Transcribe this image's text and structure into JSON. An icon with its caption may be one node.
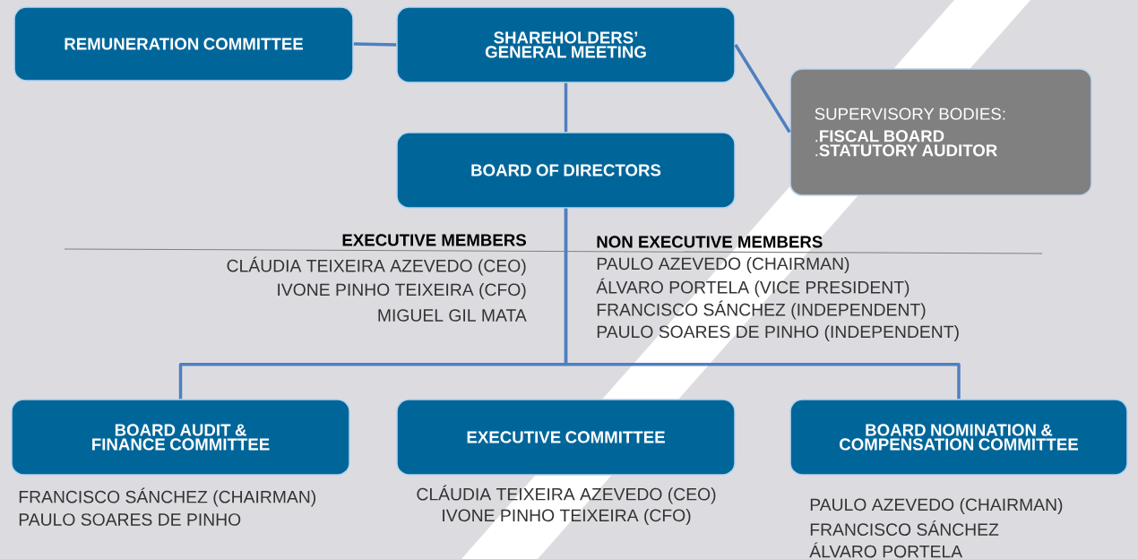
{
  "diagram": {
    "nodes": [
      {
        "text": [
          "REMUNERATION COMMITTEE"
        ]
      },
      {
        "text": [
          "SHAREHOLDERS’ GENERAL MEETING"
        ]
      },
      {
        "text": [
          "SUPERVISORY BODIES:",
          ".**FISCAL BOARD**",
          ".**STATUTORY AUDITOR**"
        ]
      },
      {
        "text": [
          "BOARD OF DIRECTORS"
        ]
      },
      {
        "text": [
          "BOARD AUDIT & FINANCE COMMITTEE"
        ],
        "beside": [
          "FRANCISCO SÁNCHEZ (CHAIRMAN)",
          "PAULO SOARES DE PINHO"
        ]
      },
      {
        "text": [
          "EXECUTIVE COMMITTEE"
        ],
        "beside": [
          "CLÁUDIA TEIXEIRA AZEVEDO (CEO)",
          "IVONE PINHO TEIXEIRA (CFO)"
        ]
      },
      {
        "text": [
          "BOARD NOMINATION & COMPENSATION COMMITTEE"
        ],
        "beside": [
          "PAULO AZEVEDO (CHAIRMAN)",
          "FRANCISCO SÁNCHEZ",
          "ÁLVARO PORTELA"
        ]
      }
    ],
    "edges": [
      {
        "from": 0,
        "to": 1,
        "arrow": "none"
      },
      {
        "from": 1,
        "to": 3,
        "arrow": "none"
      },
      {
        "from": 1,
        "to": 2,
        "arrow": "none"
      },
      {
        "from": 3,
        "to": 4,
        "arrow": "none"
      },
      {
        "from": 3,
        "to": 6,
        "arrow": "none"
      }
    ],
    "labels": [
      "EXECUTIVE MEMBERS",
      "CLÁUDIA TEIXEIRA AZEVEDO (CEO)",
      "IVONE PINHO TEIXEIRA (CFO)",
      "MIGUEL GIL MATA",
      "NON EXECUTIVE MEMBERS",
      "PAULO AZEVEDO (CHAIRMAN)",
      "ÁLVARO PORTELA (VICE PRESIDENT)",
      "FRANCISCO SÁNCHEZ (INDEPENDENT)",
      "PAULO SOARES DE PINHO (INDEPENDENT)"
    ]
  }
}
